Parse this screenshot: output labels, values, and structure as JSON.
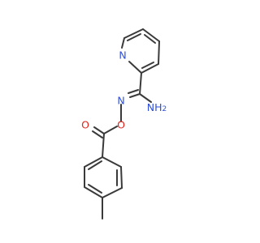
{
  "molecule": {
    "colors": {
      "bond": "#3a3a3a",
      "nitrogen": "#2f4fd8",
      "oxygen": "#e0251b"
    },
    "atom_labels": {
      "pyridine_n": "N",
      "amidine_nh2": "NH",
      "amidine_nh2_sub": "2",
      "imine_n": "N",
      "ester_o": "O",
      "carbonyl_o": "O"
    }
  }
}
